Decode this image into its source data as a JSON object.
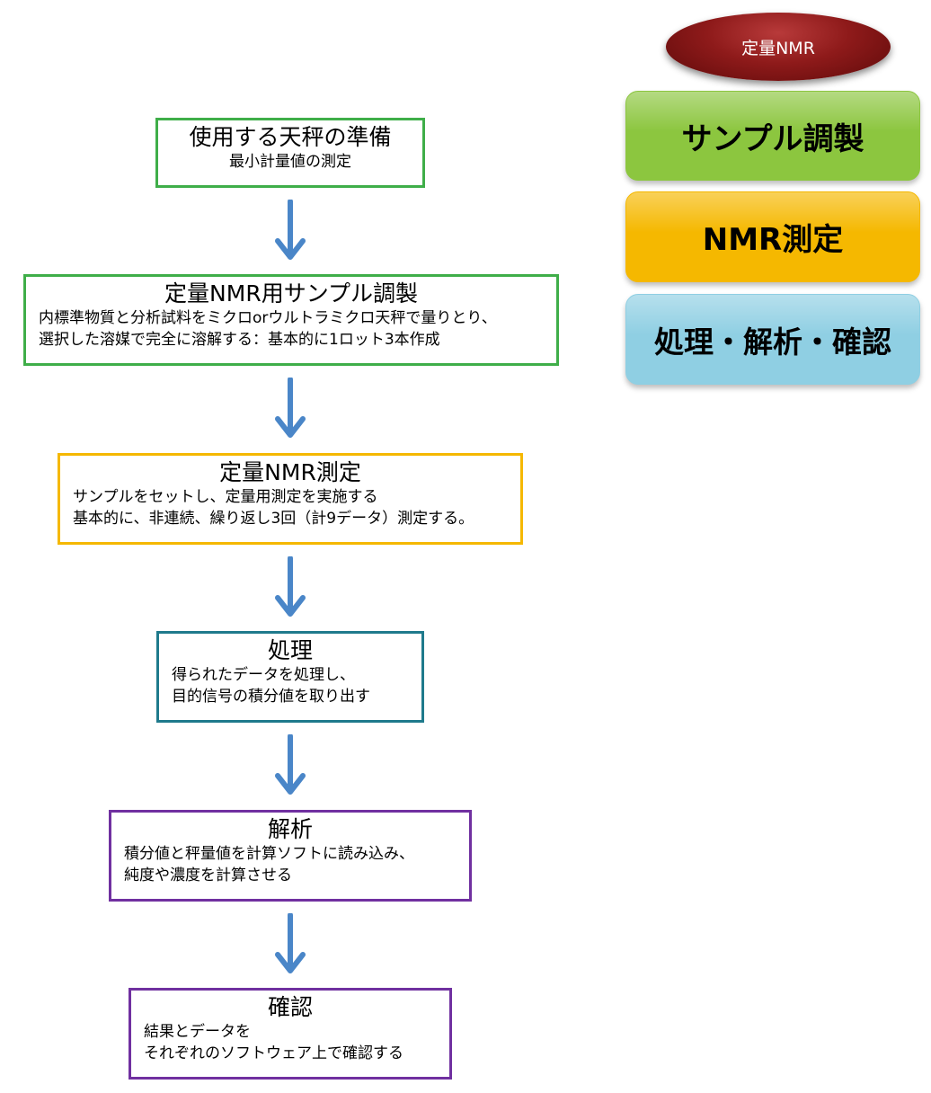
{
  "badge": {
    "label": "定量NMR",
    "color": "#7a1212"
  },
  "legend": [
    {
      "label": "サンプル調製",
      "color": "#8cc63f"
    },
    {
      "label": "NMR測定",
      "color": "#f5b800"
    },
    {
      "label": "処理・解析・確認",
      "color": "#8fcfe3"
    }
  ],
  "steps": [
    {
      "title": "使用する天秤の準備",
      "lines": [
        "最小計量値の測定"
      ],
      "border_color": "#3fae49"
    },
    {
      "title": "定量NMR用サンプル調製",
      "lines": [
        "内標準物質と分析試料をミクロorウルトラミクロ天秤で量りとり、",
        "選択した溶媒で完全に溶解する：基本的に1ロット3本作成"
      ],
      "border_color": "#3fae49"
    },
    {
      "title": "定量NMR測定",
      "lines": [
        "サンプルをセットし、定量用測定を実施する",
        "基本的に、非連続、繰り返し3回（計9データ）測定する。"
      ],
      "border_color": "#f5b800"
    },
    {
      "title": "処理",
      "lines": [
        "得られたデータを処理し、",
        "目的信号の積分値を取り出す"
      ],
      "border_color": "#1f7a8c"
    },
    {
      "title": "解析",
      "lines": [
        "積分値と秤量値を計算ソフトに読み込み、",
        "純度や濃度を計算させる"
      ],
      "border_color": "#7030a0"
    },
    {
      "title": "確認",
      "lines": [
        "結果とデータを",
        "それぞれのソフトウェア上で確認する"
      ],
      "border_color": "#7030a0"
    }
  ],
  "arrow_color": "#4a86c8"
}
